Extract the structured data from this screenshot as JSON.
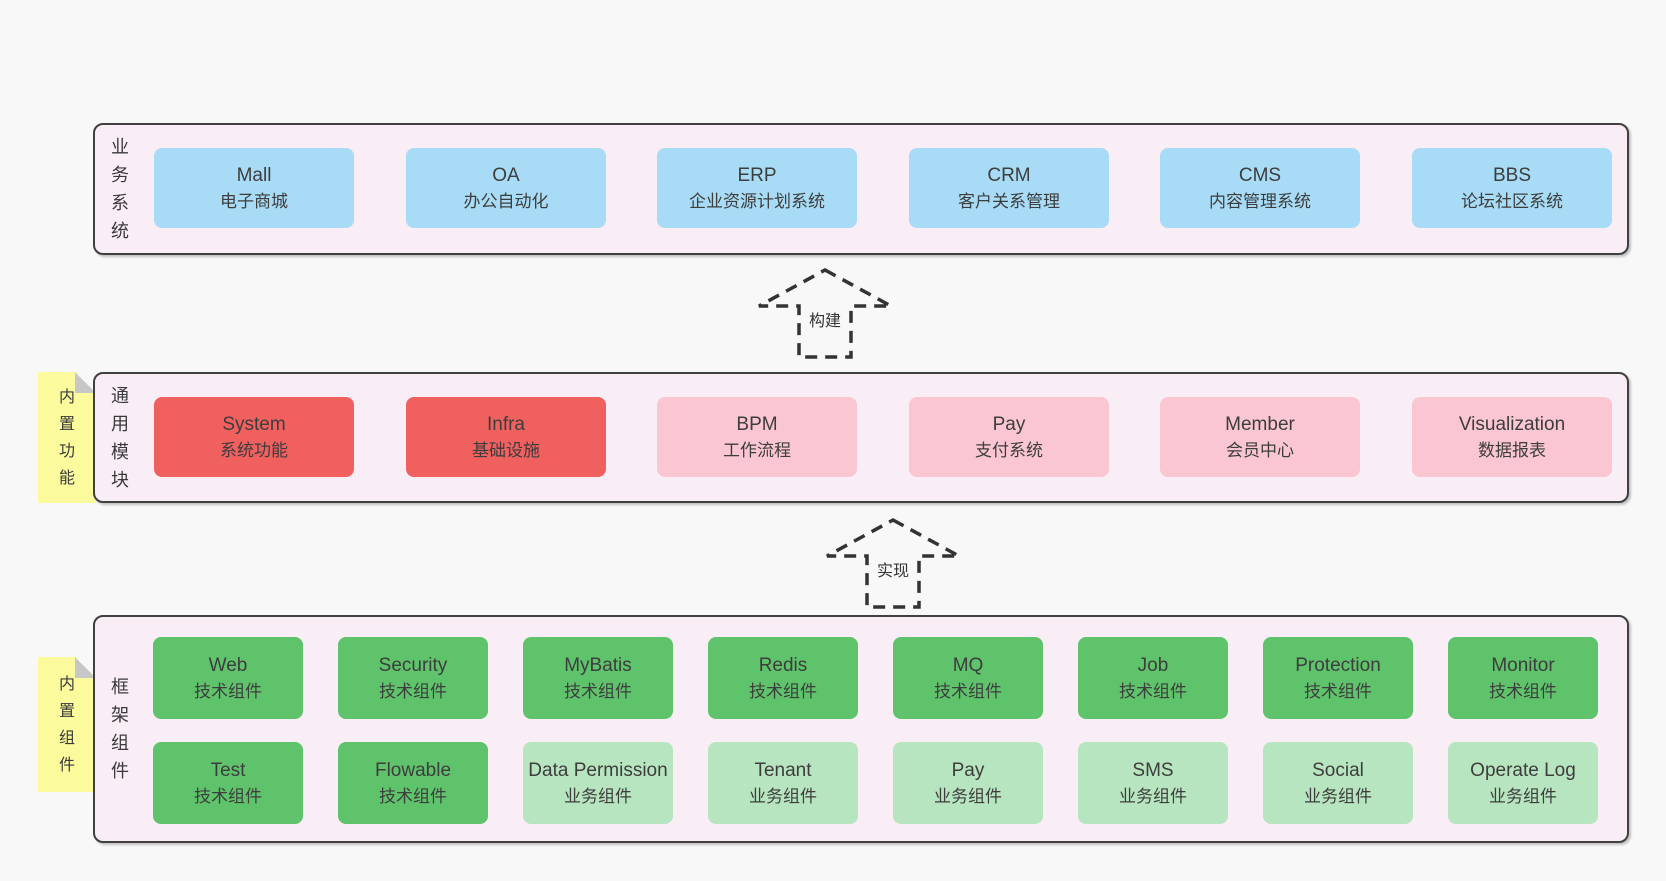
{
  "colors": {
    "page_bg": "#f8f8f8",
    "section_bg": "#f9edf6",
    "section_border": "#404040",
    "business_box_blue": "#a8dbf5",
    "module_box_red": "#f0605f",
    "module_box_pink": "#f9c6d1",
    "component_box_green": "#5fc36b",
    "component_box_green_light": "#b7e5bf",
    "sticky_yellow": "#fbfb9e",
    "text": "#3d3d3d"
  },
  "arrows": {
    "build": "构建",
    "implement": "实现"
  },
  "business": {
    "label": "业务系统",
    "items": [
      {
        "name": "Mall",
        "desc": "电子商城"
      },
      {
        "name": "OA",
        "desc": "办公自动化"
      },
      {
        "name": "ERP",
        "desc": "企业资源计划系统"
      },
      {
        "name": "CRM",
        "desc": "客户关系管理"
      },
      {
        "name": "CMS",
        "desc": "内容管理系统"
      },
      {
        "name": "BBS",
        "desc": "论坛社区系统"
      }
    ]
  },
  "modules": {
    "label": "通用模块",
    "sticky": "内置功能",
    "items": [
      {
        "name": "System",
        "desc": "系统功能",
        "variant": "red"
      },
      {
        "name": "Infra",
        "desc": "基础设施",
        "variant": "red"
      },
      {
        "name": "BPM",
        "desc": "工作流程",
        "variant": "pink"
      },
      {
        "name": "Pay",
        "desc": "支付系统",
        "variant": "pink"
      },
      {
        "name": "Member",
        "desc": "会员中心",
        "variant": "pink"
      },
      {
        "name": "Visualization",
        "desc": "数据报表",
        "variant": "pink"
      }
    ]
  },
  "components": {
    "label": "框架组件",
    "sticky": "内置组件",
    "row1": [
      {
        "name": "Web",
        "desc": "技术组件",
        "variant": "green"
      },
      {
        "name": "Security",
        "desc": "技术组件",
        "variant": "green"
      },
      {
        "name": "MyBatis",
        "desc": "技术组件",
        "variant": "green"
      },
      {
        "name": "Redis",
        "desc": "技术组件",
        "variant": "green"
      },
      {
        "name": "MQ",
        "desc": "技术组件",
        "variant": "green"
      },
      {
        "name": "Job",
        "desc": "技术组件",
        "variant": "green"
      },
      {
        "name": "Protection",
        "desc": "技术组件",
        "variant": "green"
      },
      {
        "name": "Monitor",
        "desc": "技术组件",
        "variant": "green"
      }
    ],
    "row2": [
      {
        "name": "Test",
        "desc": "技术组件",
        "variant": "green"
      },
      {
        "name": "Flowable",
        "desc": "技术组件",
        "variant": "green"
      },
      {
        "name": "Data Permission",
        "desc": "业务组件",
        "variant": "green-light"
      },
      {
        "name": "Tenant",
        "desc": "业务组件",
        "variant": "green-light"
      },
      {
        "name": "Pay",
        "desc": "业务组件",
        "variant": "green-light"
      },
      {
        "name": "SMS",
        "desc": "业务组件",
        "variant": "green-light"
      },
      {
        "name": "Social",
        "desc": "业务组件",
        "variant": "green-light"
      },
      {
        "name": "Operate Log",
        "desc": "业务组件",
        "variant": "green-light"
      }
    ]
  }
}
